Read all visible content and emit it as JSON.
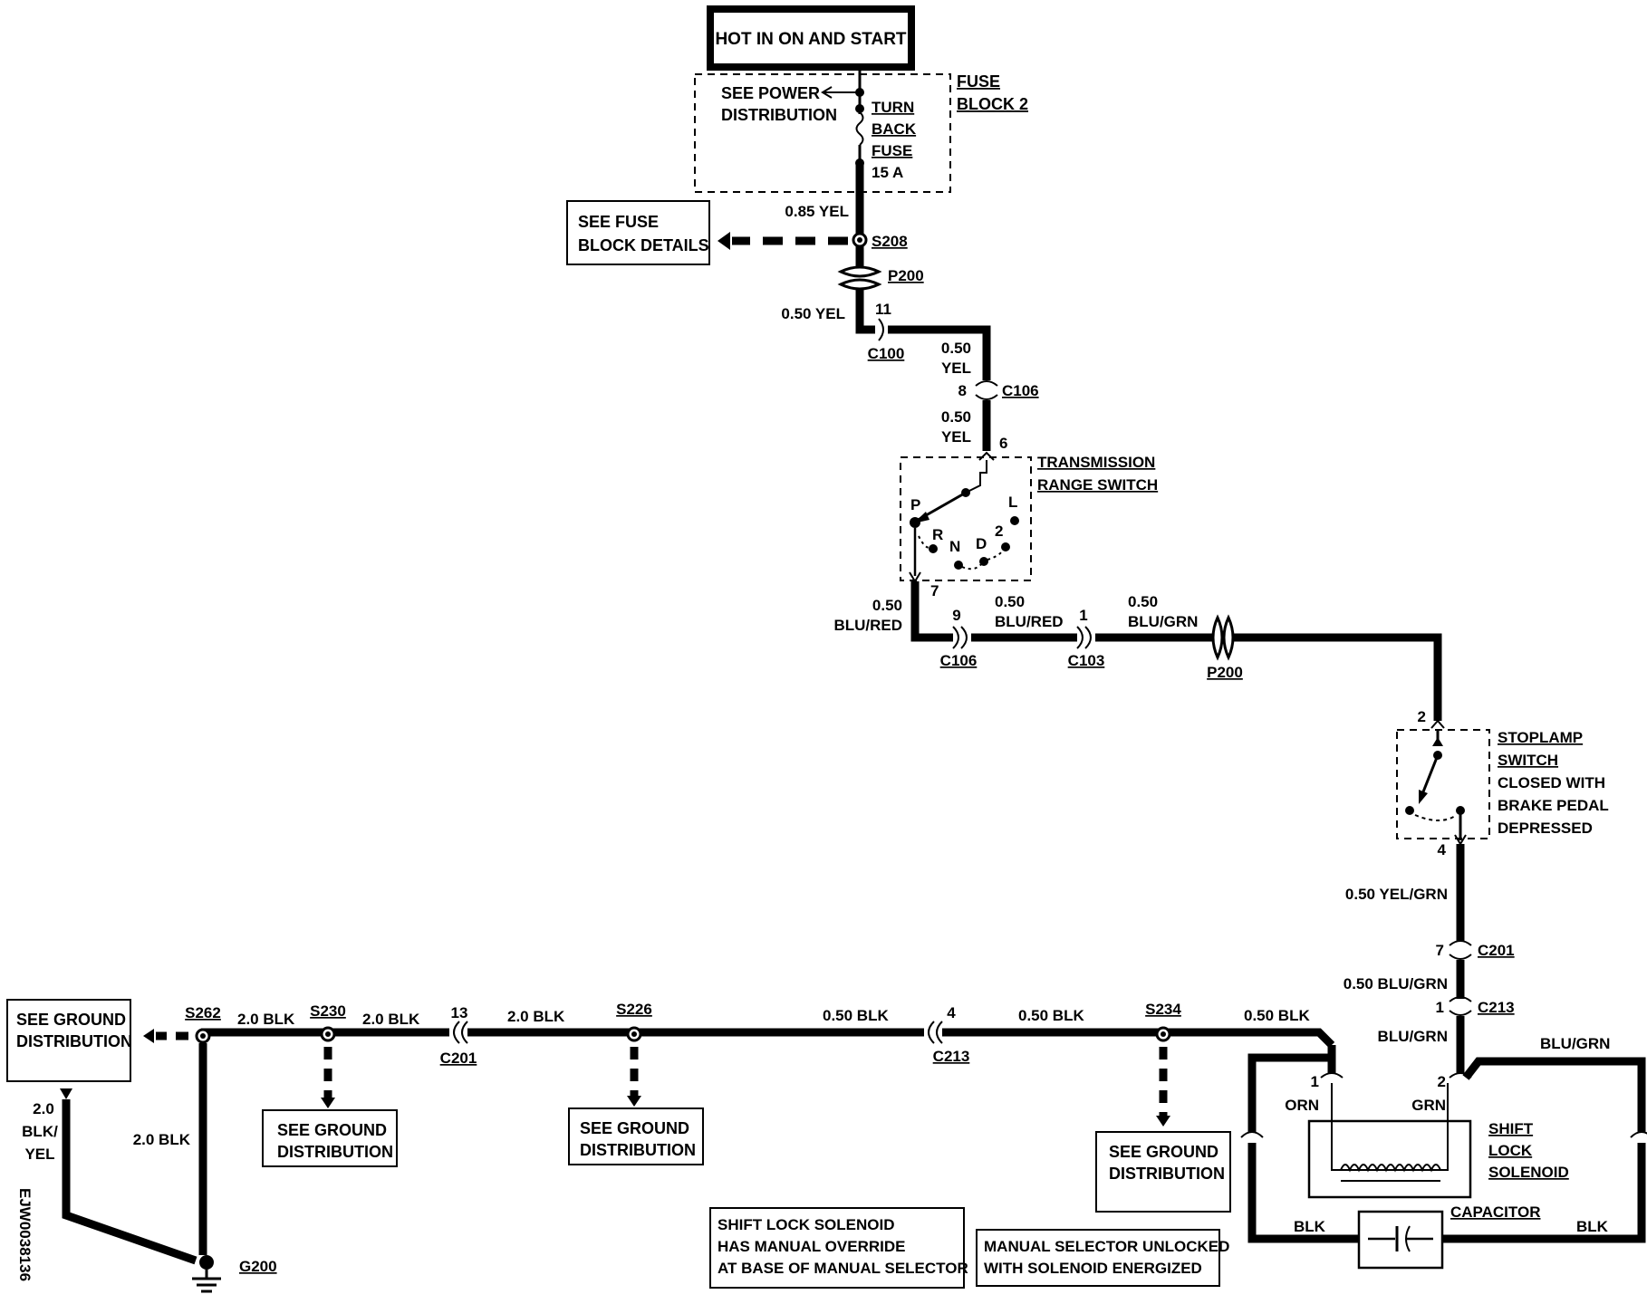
{
  "power": {
    "label": "HOT IN ON AND START"
  },
  "fuse_block": {
    "title_1": "FUSE",
    "title_2": "BLOCK 2",
    "see_power_1": "SEE POWER",
    "see_power_2": "DISTRIBUTION",
    "fuse_1": "TURN",
    "fuse_2": "BACK",
    "fuse_3": "FUSE",
    "fuse_4": "15 A"
  },
  "fuse_details": {
    "line_1": "SEE FUSE",
    "line_2": "BLOCK DETAILS"
  },
  "wires": {
    "w085yel": "0.85 YEL",
    "w050yel_a": "0.50 YEL",
    "w050_b1": "0.50",
    "yel_b2": "YEL",
    "w050_c1": "0.50",
    "yel_c2": "YEL",
    "blured_a1": "0.50",
    "blured_a2": "BLU/RED",
    "blured_b1": "0.50",
    "blured_b2": "BLU/RED",
    "blugrn_a1": "0.50",
    "blugrn_a2": "BLU/GRN",
    "yelgrn": "0.50 YEL/GRN",
    "blugrn_b": "0.50 BLU/GRN",
    "blugrn_c": "BLU/GRN",
    "blugrn_d": "BLU/GRN",
    "grn": "GRN",
    "orn": "ORN",
    "blk_l": "BLK",
    "blk_r": "BLK",
    "blk20_a": "2.0 BLK",
    "blk20_b": "2.0 BLK",
    "blk20_c": "2.0 BLK",
    "blk20_d": "2.0 BLK",
    "blk050_a": "0.50 BLK",
    "blk050_b": "0.50 BLK",
    "blk050_c": "0.50 BLK",
    "blkyel_1": "2.0",
    "blkyel_2": "BLK/",
    "blkyel_3": "YEL"
  },
  "connectors": {
    "s208": "S208",
    "p200_top": "P200",
    "c100": "C100",
    "c100_pin": "11",
    "c106_top": "C106",
    "c106_top_pin": "8",
    "trs_pin_in": "6",
    "trs_pin_out": "7",
    "c106_bot": "C106",
    "c106_bot_pin": "9",
    "c103": "C103",
    "c103_pin": "1",
    "p200_bot": "P200",
    "sls_pin_in": "2",
    "sls_pin_out": "4",
    "c201_r": "C201",
    "c201_r_pin": "7",
    "c213_r": "C213",
    "c213_r_pin": "1",
    "sol_pin1": "1",
    "sol_pin2": "2",
    "s262": "S262",
    "s230": "S230",
    "c201_l": "C201",
    "c201_l_pin": "13",
    "s226": "S226",
    "c213_l": "C213",
    "c213_l_pin": "4",
    "s234": "S234",
    "g200": "G200"
  },
  "trs": {
    "title_1": "TRANSMISSION",
    "title_2": "RANGE SWITCH",
    "p": "P",
    "r": "R",
    "n": "N",
    "d": "D",
    "two": "2",
    "l": "L"
  },
  "stoplamp": {
    "title_1": "STOPLAMP",
    "title_2": "SWITCH",
    "desc_1": "CLOSED WITH",
    "desc_2": "BRAKE PEDAL",
    "desc_3": "DEPRESSED"
  },
  "solenoid": {
    "title_1": "SHIFT",
    "title_2": "LOCK",
    "title_3": "SOLENOID",
    "capacitor": "CAPACITOR"
  },
  "ground_boxes": {
    "left_1": "SEE GROUND",
    "left_2": "DISTRIBUTION",
    "g230_1": "SEE GROUND",
    "g230_2": "DISTRIBUTION",
    "g226_1": "SEE GROUND",
    "g226_2": "DISTRIBUTION",
    "g234_1": "SEE GROUND",
    "g234_2": "DISTRIBUTION"
  },
  "notes": {
    "override_1": "SHIFT LOCK SOLENOID",
    "override_2": "HAS MANUAL OVERRIDE",
    "override_3": "AT BASE OF MANUAL SELECTOR",
    "unlock_1": "MANUAL SELECTOR UNLOCKED",
    "unlock_2": "WITH SOLENOID ENERGIZED"
  },
  "diagram_id": "EJW0038136"
}
